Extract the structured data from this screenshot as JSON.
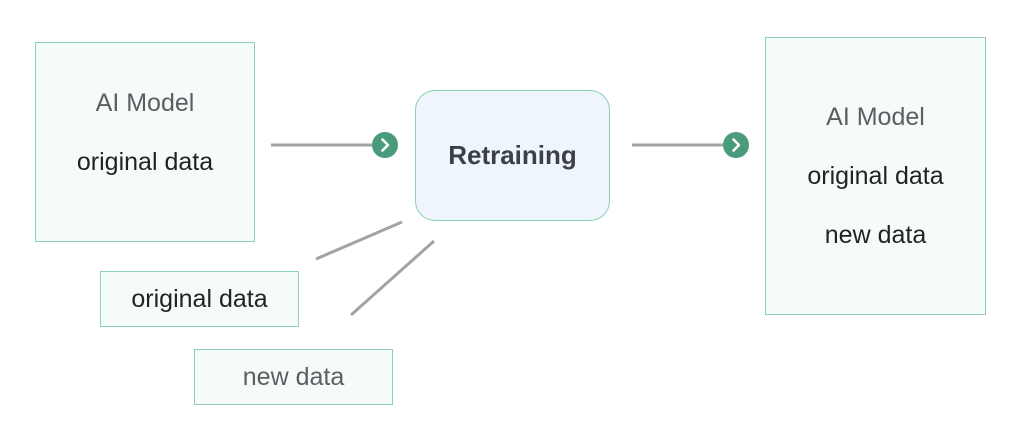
{
  "left_model": {
    "title": "AI Model",
    "data_label": "original data"
  },
  "process": {
    "label": "Retraining"
  },
  "inputs": {
    "original_label": "original data",
    "new_label": "new data"
  },
  "right_model": {
    "title": "AI Model",
    "data_label": "original data",
    "new_label": "new data"
  },
  "colors": {
    "box_fill": "#f4fbf8",
    "box_border": "#8fd0b8",
    "process_fill": "#eef5fc",
    "connector": "#a0a4a8",
    "arrow_badge": "#4a9a7c"
  },
  "icons": {
    "arrow": "chevron-right-icon"
  }
}
